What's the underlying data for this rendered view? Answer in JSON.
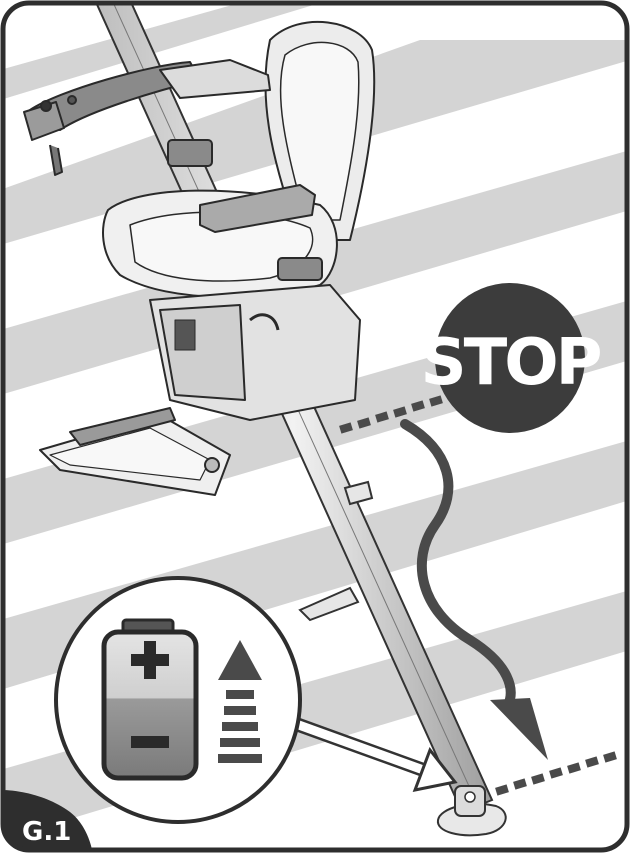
{
  "stop_label": "STOP",
  "figure_label": "G.1",
  "colors": {
    "frame": "#2e2e2e",
    "stair_band": "#d4d4d4",
    "stop_circle": "#3c3c3c",
    "stop_text": "#ffffff",
    "battery_top": "#dcdcdc",
    "battery_bottom": "#8a8a8a",
    "arrow": "#4a4a4a"
  },
  "icons": [
    "stairlift-chair",
    "battery-icon",
    "charge-up-arrow-icon",
    "stop-sign",
    "wavy-down-arrow-icon",
    "charging-point"
  ]
}
